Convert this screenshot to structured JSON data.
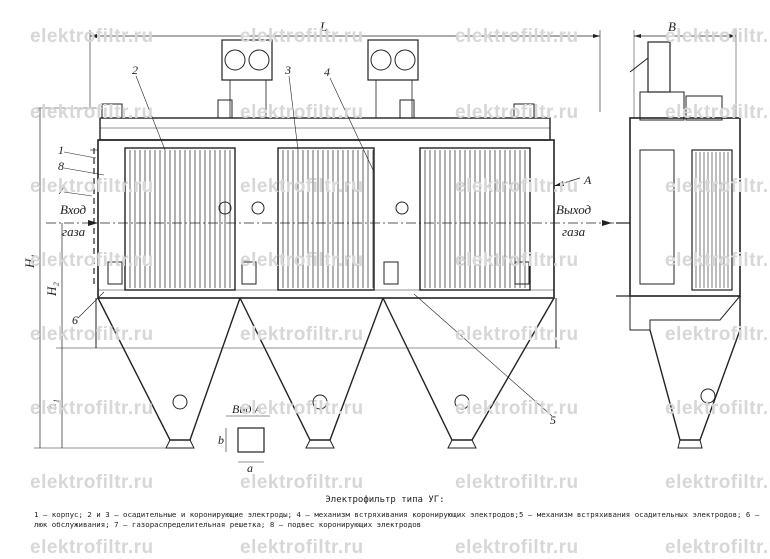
{
  "watermark": "elektrofiltr.ru",
  "labels": {
    "L": "L",
    "B": "B",
    "H1": "H₁",
    "H2": "H₂",
    "h1": "h₁",
    "inlet_line1": "Вход",
    "inlet_line2": "газа",
    "outlet_line1": "Выход",
    "outlet_line2": "газа",
    "view_a_arrow": "A",
    "view_a_title": "Вид А",
    "view_a_b": "b",
    "view_a_a": "a",
    "callouts": [
      "1",
      "8",
      "7",
      "2",
      "3",
      "4",
      "5",
      "6"
    ]
  },
  "caption": {
    "title": "Электрофильтр типа УГ:",
    "legend": "1 – корпус; 2 и 3 – осадительные и коронирующие электроды; 4 – механизм встряхивания коронирующих электродов;5 – механизм встряхивания осадительных электродов; 6 – люк обслуживания; 7 – газораспределительная решетка; 8 – подвес коронирующих электродов"
  }
}
